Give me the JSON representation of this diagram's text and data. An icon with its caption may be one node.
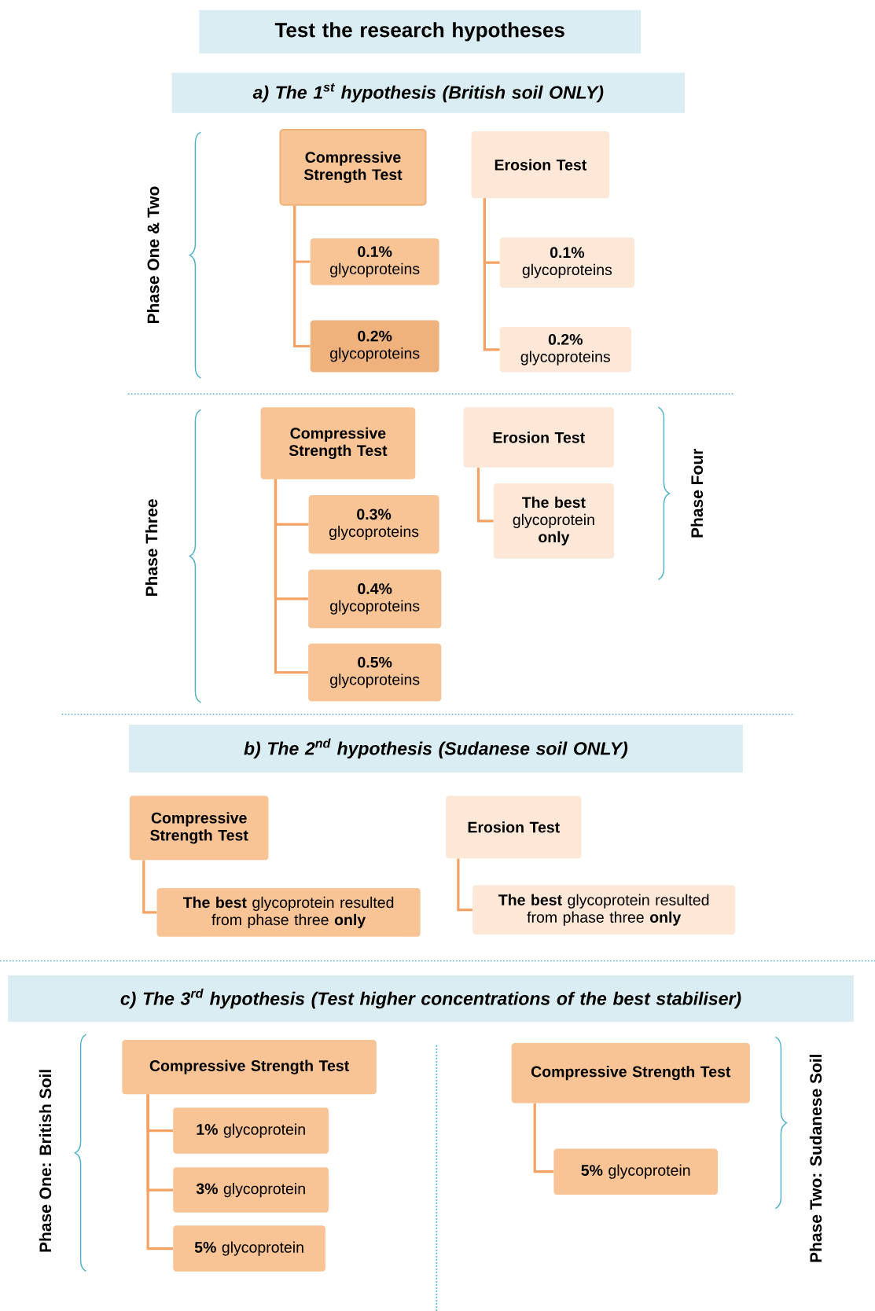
{
  "diagram": {
    "nodes": [
      {
        "text": [
          "Test the research hypotheses"
        ]
      },
      {
        "text": [
          "a)  The 1$^{st}$ hypothesis (British soil ONLY)"
        ]
      },
      {
        "text": [
          "Compressive Strength Test"
        ]
      },
      {
        "text": [
          "**0.1%** glycoproteins"
        ]
      },
      {
        "text": [
          "**0.2%** glycoproteins"
        ]
      },
      {
        "text": [
          "Erosion Test"
        ]
      },
      {
        "text": [
          "**0.1%** glycoproteins"
        ]
      },
      {
        "text": [
          "**0.2%** glycoproteins"
        ]
      },
      {
        "text": [
          "Compressive Strength Test"
        ]
      },
      {
        "text": [
          "**0.3%** glycoproteins"
        ]
      },
      {
        "text": [
          "**0.4%** glycoproteins"
        ]
      },
      {
        "text": [
          "**0.5%** glycoproteins"
        ]
      },
      {
        "text": [
          "Erosion  Test"
        ]
      },
      {
        "text": [
          "**The best** glycoprotein **only**"
        ]
      },
      {
        "text": [
          "b)  The 2$^{nd}$ hypothesis (Sudanese soil ONLY)"
        ]
      },
      {
        "text": [
          "Compressive Strength Test"
        ]
      },
      {
        "text": [
          "**The best** glycoprotein resulted from phase three **only**"
        ]
      },
      {
        "text": [
          "Erosion  Test"
        ]
      },
      {
        "text": [
          "**The best** glycoprotein resulted from phase three **only**"
        ]
      },
      {
        "text": [
          "c)  The 3$^{rd}$ hypothesis (Test higher concentrations of the best stabiliser)"
        ]
      },
      {
        "text": [
          "Compressive Strength Test"
        ]
      },
      {
        "text": [
          "**1%** glycoprotein"
        ]
      },
      {
        "text": [
          "**3%** glycoprotein"
        ]
      },
      {
        "text": [
          "**5%** glycoprotein"
        ]
      },
      {
        "text": [
          "Compressive Strength Test"
        ]
      },
      {
        "text": [
          "**5%** glycoprotein"
        ]
      }
    ],
    "edges": [
      {
        "from": 2,
        "to": 3,
        "arrow": "none"
      },
      {
        "from": 2,
        "to": 4,
        "arrow": "none"
      },
      {
        "from": 5,
        "to": 6,
        "arrow": "none"
      },
      {
        "from": 5,
        "to": 7,
        "arrow": "none"
      },
      {
        "from": 8,
        "to": 9,
        "arrow": "none"
      },
      {
        "from": 8,
        "to": 10,
        "arrow": "none"
      },
      {
        "from": 8,
        "to": 11,
        "arrow": "none"
      },
      {
        "from": 12,
        "to": 13,
        "arrow": "none"
      },
      {
        "from": 15,
        "to": 16,
        "arrow": "none"
      },
      {
        "from": 17,
        "to": 18,
        "arrow": "none"
      },
      {
        "from": 20,
        "to": 21,
        "arrow": "none"
      },
      {
        "from": 20,
        "to": 22,
        "arrow": "none"
      },
      {
        "from": 20,
        "to": 23,
        "arrow": "none"
      },
      {
        "from": 24,
        "to": 25,
        "arrow": "none"
      }
    ],
    "labels": [
      "Phase One & Two",
      "Phase Three",
      "Phase Four",
      "Phase One: British Soil",
      "Phase Two: Sudanese Soil"
    ]
  }
}
